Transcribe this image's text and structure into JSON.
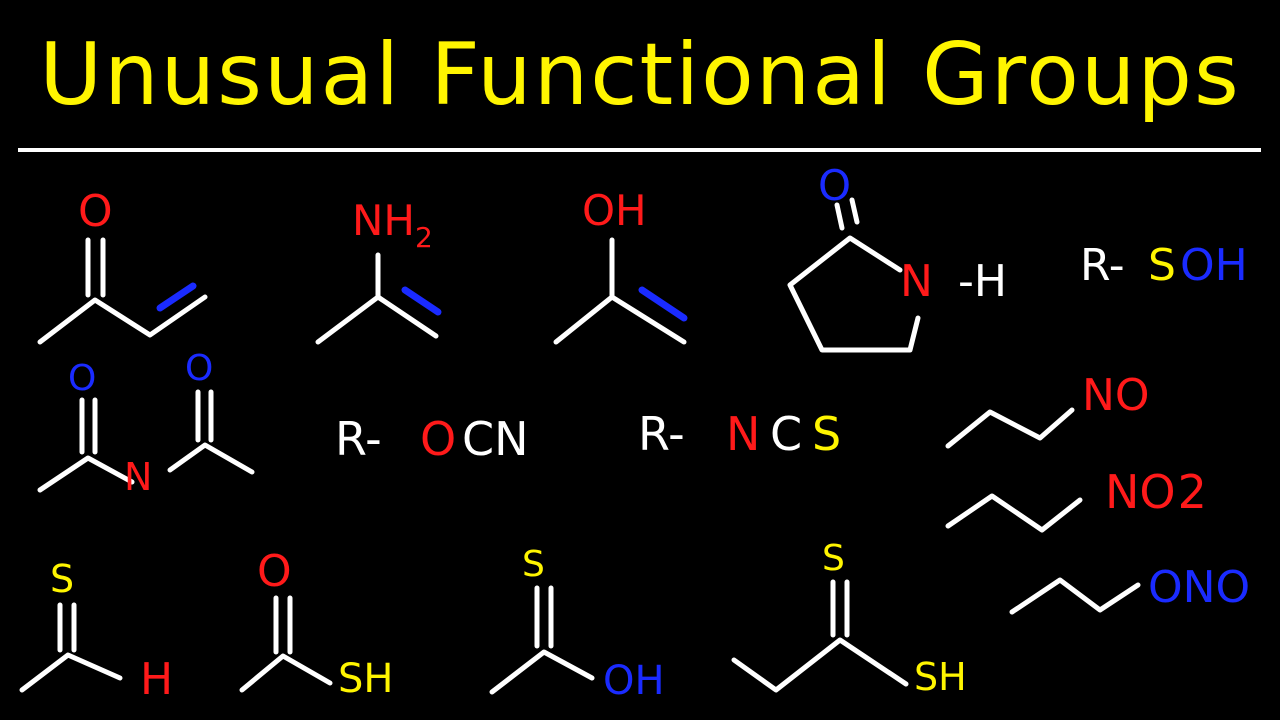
{
  "title": "Unusual Functional Groups",
  "colors": {
    "background": "#000000",
    "title": "#FFF500",
    "bond": "#FFFFFF",
    "oxygen_or_nitrogen_red": "#FF1A1A",
    "blue": "#1A2BFF",
    "sulfur_yellow": "#FFF500"
  },
  "labels": {
    "o1": "O",
    "nh2": "NH",
    "nh2_sub": "2",
    "oh1": "OH",
    "o2": "O",
    "n1": "N",
    "h1": "-H",
    "r1": "R-",
    "s1": "S",
    "oh2": "OH",
    "o3": "O",
    "o4": "O",
    "n2": "N",
    "r2": "R-",
    "ocn_o": "O",
    "ocn_cn": "CN",
    "r3": "R-",
    "ncs_n": "N",
    "ncs_c": "C",
    "ncs_s": "S",
    "no_1": "NO",
    "no2_1": "NO",
    "no2_sub": "2",
    "ono": "ONO",
    "s2": "S",
    "h2": "H",
    "o5": "O",
    "sh1": "SH",
    "s3": "S",
    "oh3": "OH",
    "s4": "S",
    "sh2": "SH"
  }
}
